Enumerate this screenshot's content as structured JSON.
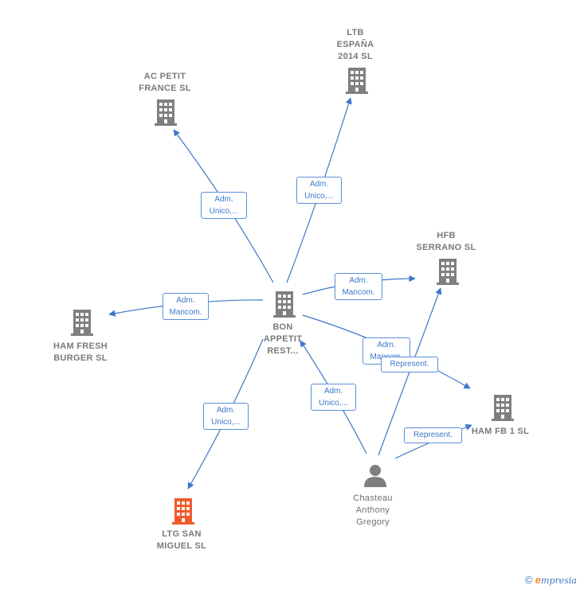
{
  "nodes": [
    {
      "id": "bon",
      "lines": [
        "BON",
        "APPETIT",
        "REST..."
      ],
      "kind": "company",
      "color": "#7f7f7f"
    },
    {
      "id": "acpetit",
      "lines": [
        "AC PETIT",
        "FRANCE  SL"
      ],
      "kind": "company",
      "color": "#7f7f7f"
    },
    {
      "id": "ltb",
      "lines": [
        "LTB",
        "ESPAÑA",
        "2014  SL"
      ],
      "kind": "company",
      "color": "#7f7f7f"
    },
    {
      "id": "hfb",
      "lines": [
        "HFB",
        "SERRANO  SL"
      ],
      "kind": "company",
      "color": "#7f7f7f"
    },
    {
      "id": "hamfresh",
      "lines": [
        "HAM FRESH",
        "BURGER  SL"
      ],
      "kind": "company",
      "color": "#7f7f7f"
    },
    {
      "id": "hamfb1",
      "lines": [
        "HAM FB 1  SL"
      ],
      "kind": "company",
      "color": "#7f7f7f"
    },
    {
      "id": "ltgsan",
      "lines": [
        "LTG SAN",
        "MIGUEL  SL"
      ],
      "kind": "company",
      "color": "#f05a2b"
    },
    {
      "id": "chasteau",
      "lines": [
        "Chasteau",
        "Anthony",
        "Gregory"
      ],
      "kind": "person",
      "color": "#7f7f7f"
    }
  ],
  "edges": [
    {
      "from": "bon",
      "to": "acpetit",
      "label": [
        "Adm.",
        "Unico,..."
      ]
    },
    {
      "from": "bon",
      "to": "ltb",
      "label": [
        "Adm.",
        "Unico,..."
      ]
    },
    {
      "from": "bon",
      "to": "hfb",
      "label": [
        "Adm.",
        "Mancom."
      ]
    },
    {
      "from": "bon",
      "to": "hamfresh",
      "label": [
        "Adm.",
        "Mancom."
      ]
    },
    {
      "from": "bon",
      "to": "hamfb1",
      "label": [
        "Adm.",
        "Mancom."
      ]
    },
    {
      "from": "bon",
      "to": "ltgsan",
      "label": [
        "Adm.",
        "Unico,..."
      ]
    },
    {
      "from": "chasteau",
      "to": "bon",
      "label": [
        "Adm.",
        "Unico,..."
      ]
    },
    {
      "from": "chasteau",
      "to": "hfb",
      "label": [
        "Represent."
      ]
    },
    {
      "from": "chasteau",
      "to": "hamfb1",
      "label": [
        "Represent."
      ]
    }
  ],
  "colors": {
    "edge": "#3d78c9",
    "node": "#7f7f7f",
    "highlight": "#f05a2b"
  },
  "footer": {
    "copyright": "©",
    "brand_initial": "e",
    "brand_rest": "mpresia"
  }
}
